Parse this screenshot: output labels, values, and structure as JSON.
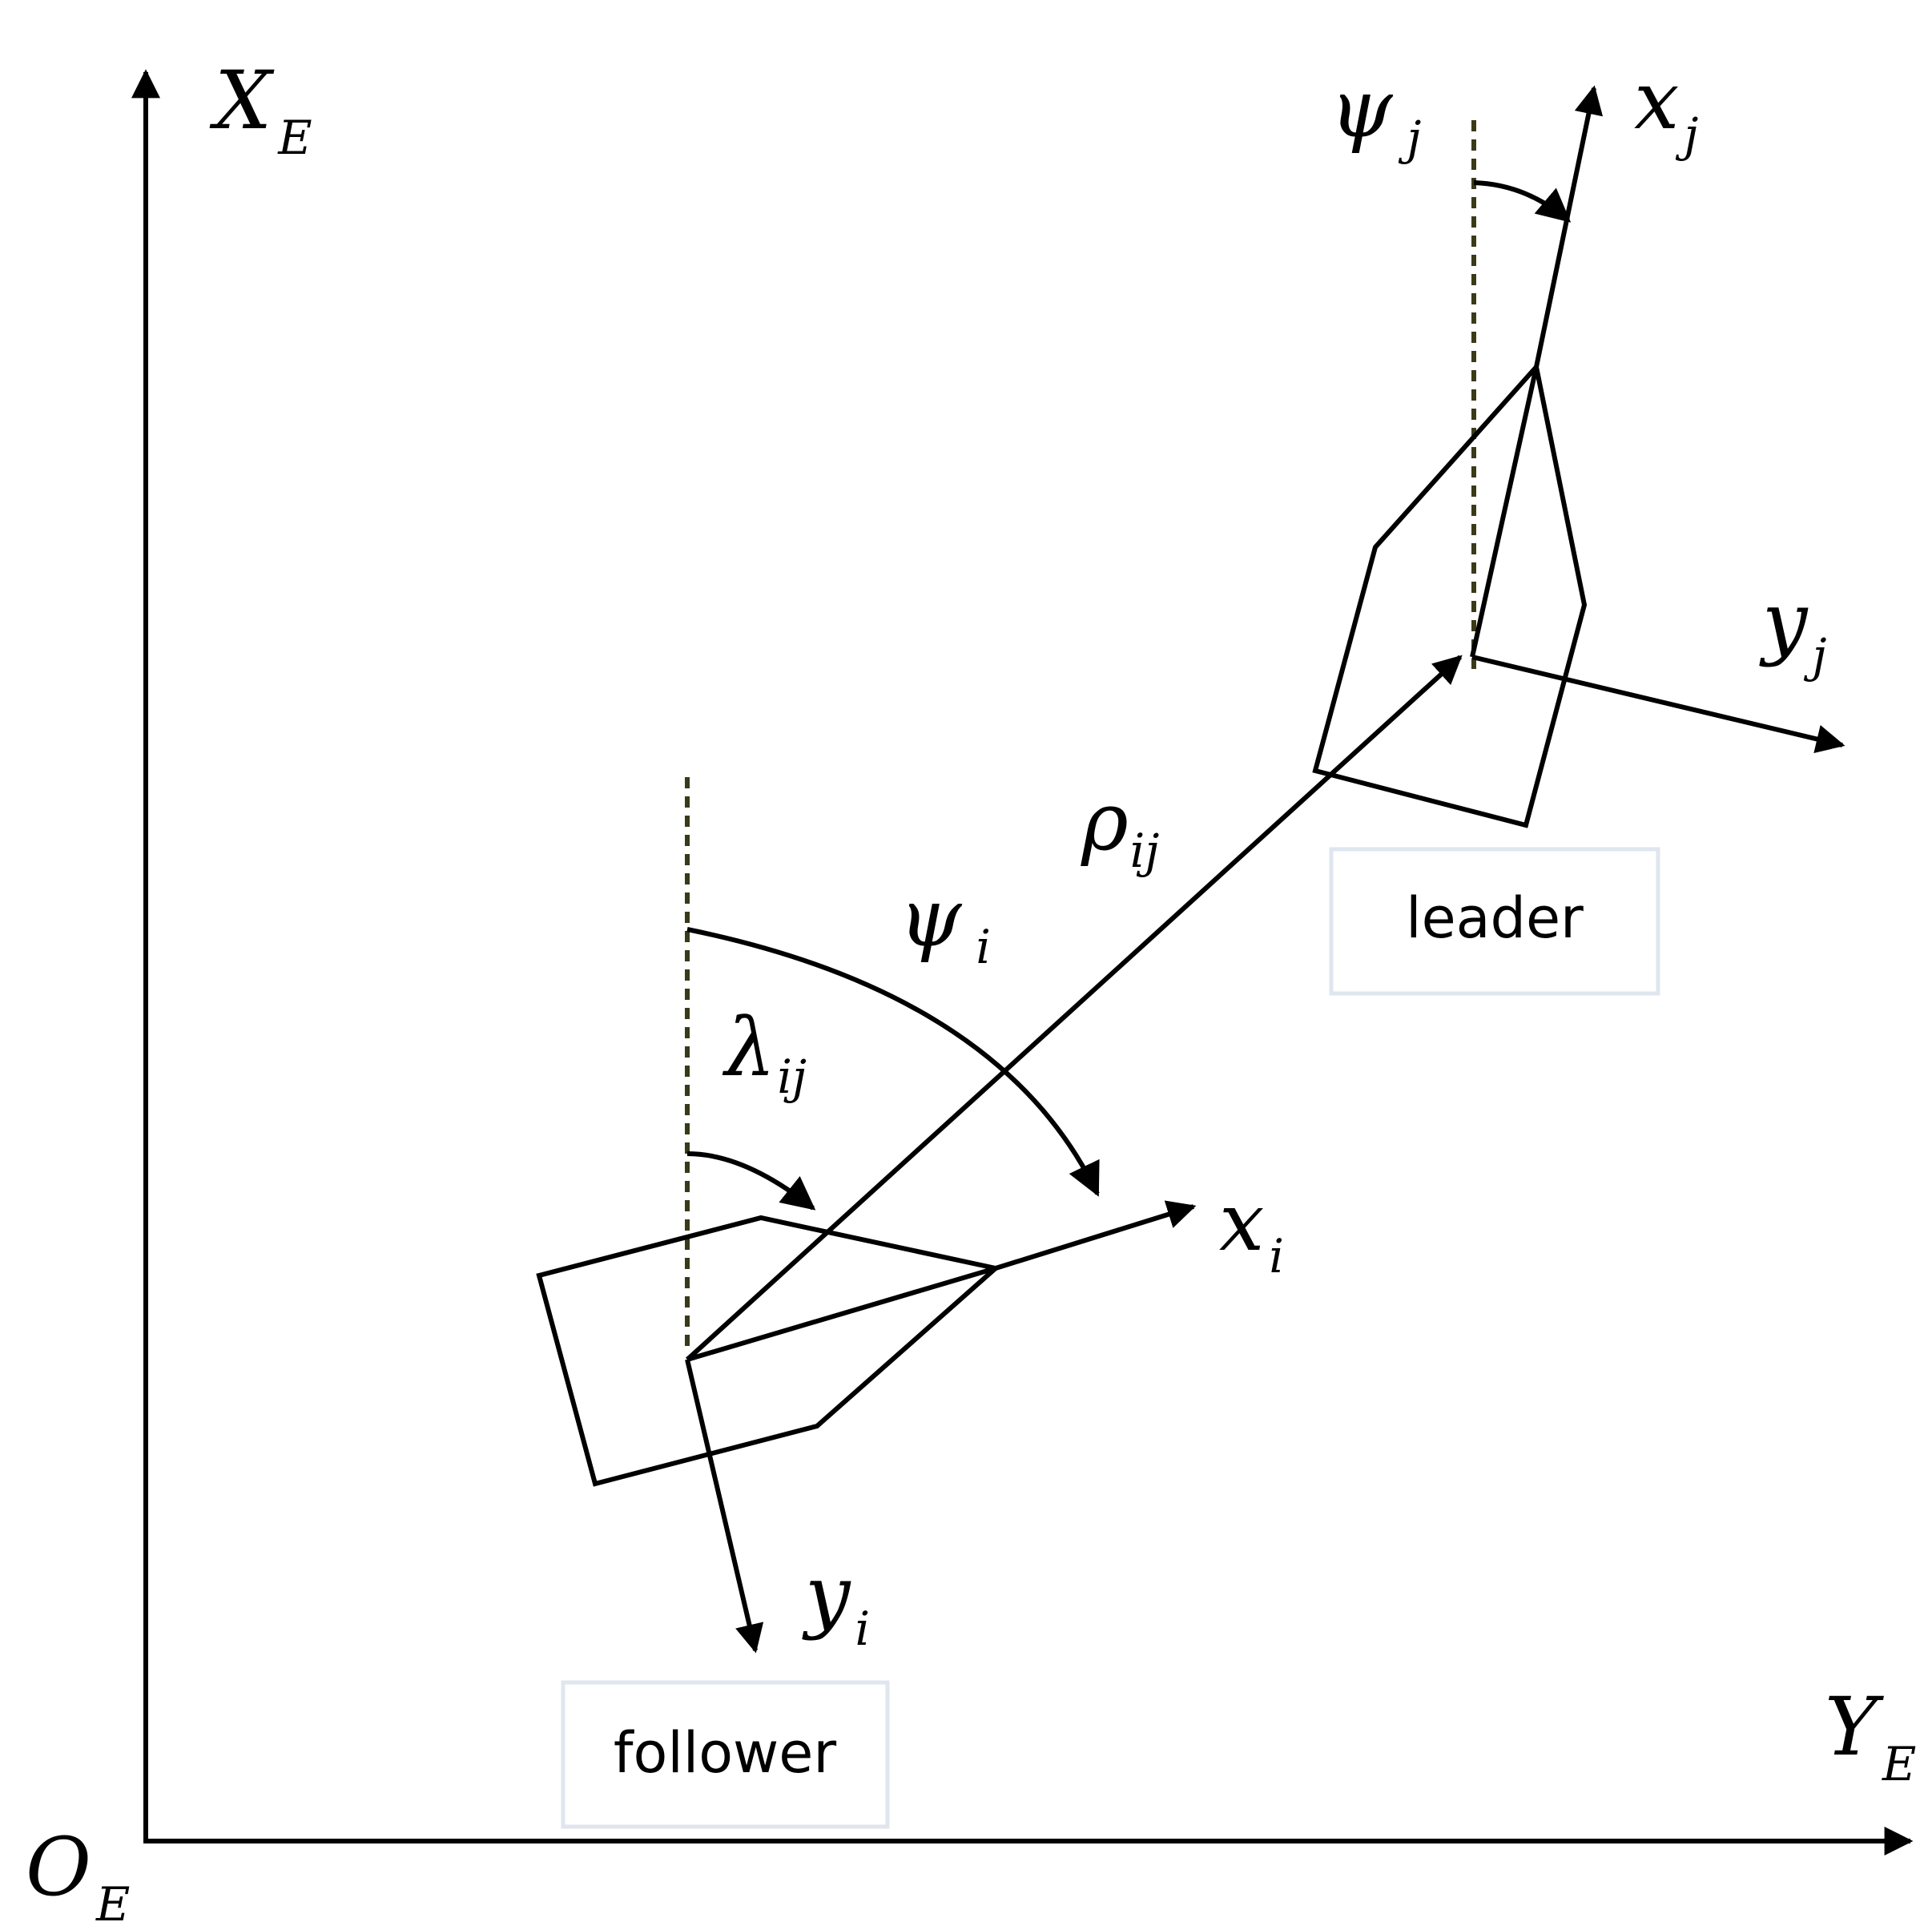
{
  "axes": {
    "origin": {
      "main": "O",
      "sub": "E"
    },
    "vertical": {
      "main": "X",
      "sub": "E"
    },
    "horizontal": {
      "main": "Y",
      "sub": "E"
    }
  },
  "leader": {
    "box_label": "leader",
    "heading_angle": {
      "main": "ψ",
      "sub": "j"
    },
    "x_axis": {
      "main": "x",
      "sub": "j"
    },
    "y_axis": {
      "main": "y",
      "sub": "j"
    }
  },
  "follower": {
    "box_label": "follower",
    "heading_angle": {
      "main": "ψ",
      "sub": "i"
    },
    "x_axis": {
      "main": "x",
      "sub": "i"
    },
    "y_axis": {
      "main": "y",
      "sub": "i"
    }
  },
  "relative": {
    "distance": {
      "main": "ρ",
      "sub": "ij"
    },
    "bearing": {
      "main": "λ",
      "sub": "ij"
    }
  },
  "colors": {
    "stroke": "#000000",
    "dashed_reference": "#3a3a1a",
    "label_box_border": "#dfe6ee"
  }
}
